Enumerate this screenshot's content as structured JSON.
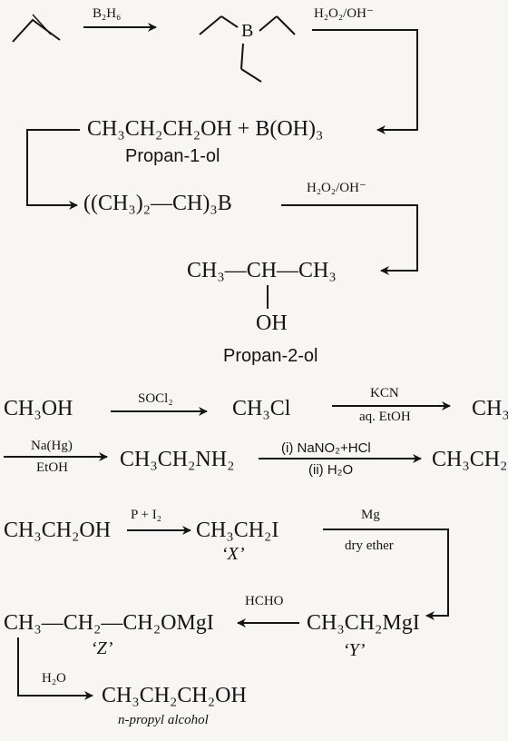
{
  "scheme1": {
    "reagent_b2h6": "B₂H₆",
    "reagent_h2o2_a": "H₂O₂/OH⁻",
    "boron_atom": "B",
    "product_a": "CH₃CH₂CH₂OH + B(OH)₃",
    "product_a_name": "Propan-1-ol",
    "triisopropylborane": "((CH₃)₂—CH)₃B",
    "reagent_h2o2_b": "H₂O₂/OH⁻",
    "product_b": "CH₃—CH—CH₃",
    "product_b_oh": "OH",
    "product_b_name": "Propan-2-ol"
  },
  "scheme2": {
    "reactant": "CH₃OH",
    "reagent_socl2": "SOCl₂",
    "intermediate_1": "CH₃Cl",
    "reagent_kcn": "KCN",
    "reagent_aq_etoh": "aq. EtOH",
    "intermediate_2_cut": "CH₃",
    "reagent_nahg": "Na(Hg)",
    "reagent_etoh": "EtOH",
    "intermediate_3": "CH₃CH₂NH₂",
    "reagent_nano2": "(i) NaNO₂+HCl",
    "reagent_h2o": "(ii) H₂O",
    "product_cut": "CH₃CH₂"
  },
  "scheme3": {
    "reactant": "CH₃CH₂OH",
    "reagent_p_i2": "P + I₂",
    "compound_x": "CH₃CH₂I",
    "label_x": "‘X’",
    "reagent_mg": "Mg",
    "reagent_dry_ether": "dry ether",
    "compound_y": "CH₃CH₂MgI",
    "label_y": "‘Y’",
    "reagent_hcho": "HCHO",
    "compound_z": "CH₃—CH₂—CH₂OMgI",
    "label_z": "‘Z’",
    "reagent_h2o": "H₂O",
    "product": "CH₃CH₂CH₂OH",
    "product_name": "n-propyl alcohol"
  }
}
